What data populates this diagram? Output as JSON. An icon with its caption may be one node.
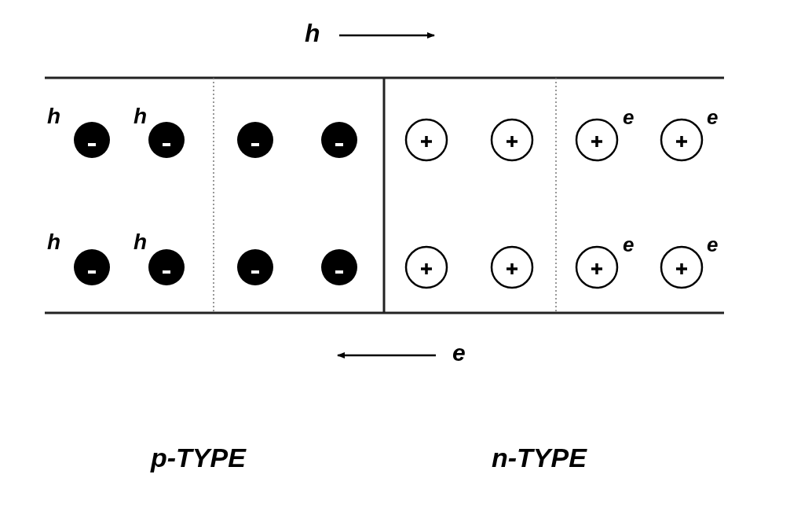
{
  "diagram": {
    "labels": [
      "h",
      "h",
      "h",
      "e",
      "e",
      "h",
      "h",
      "e",
      "e",
      "e",
      "p-TYPE",
      "n-TYPE"
    ]
  }
}
